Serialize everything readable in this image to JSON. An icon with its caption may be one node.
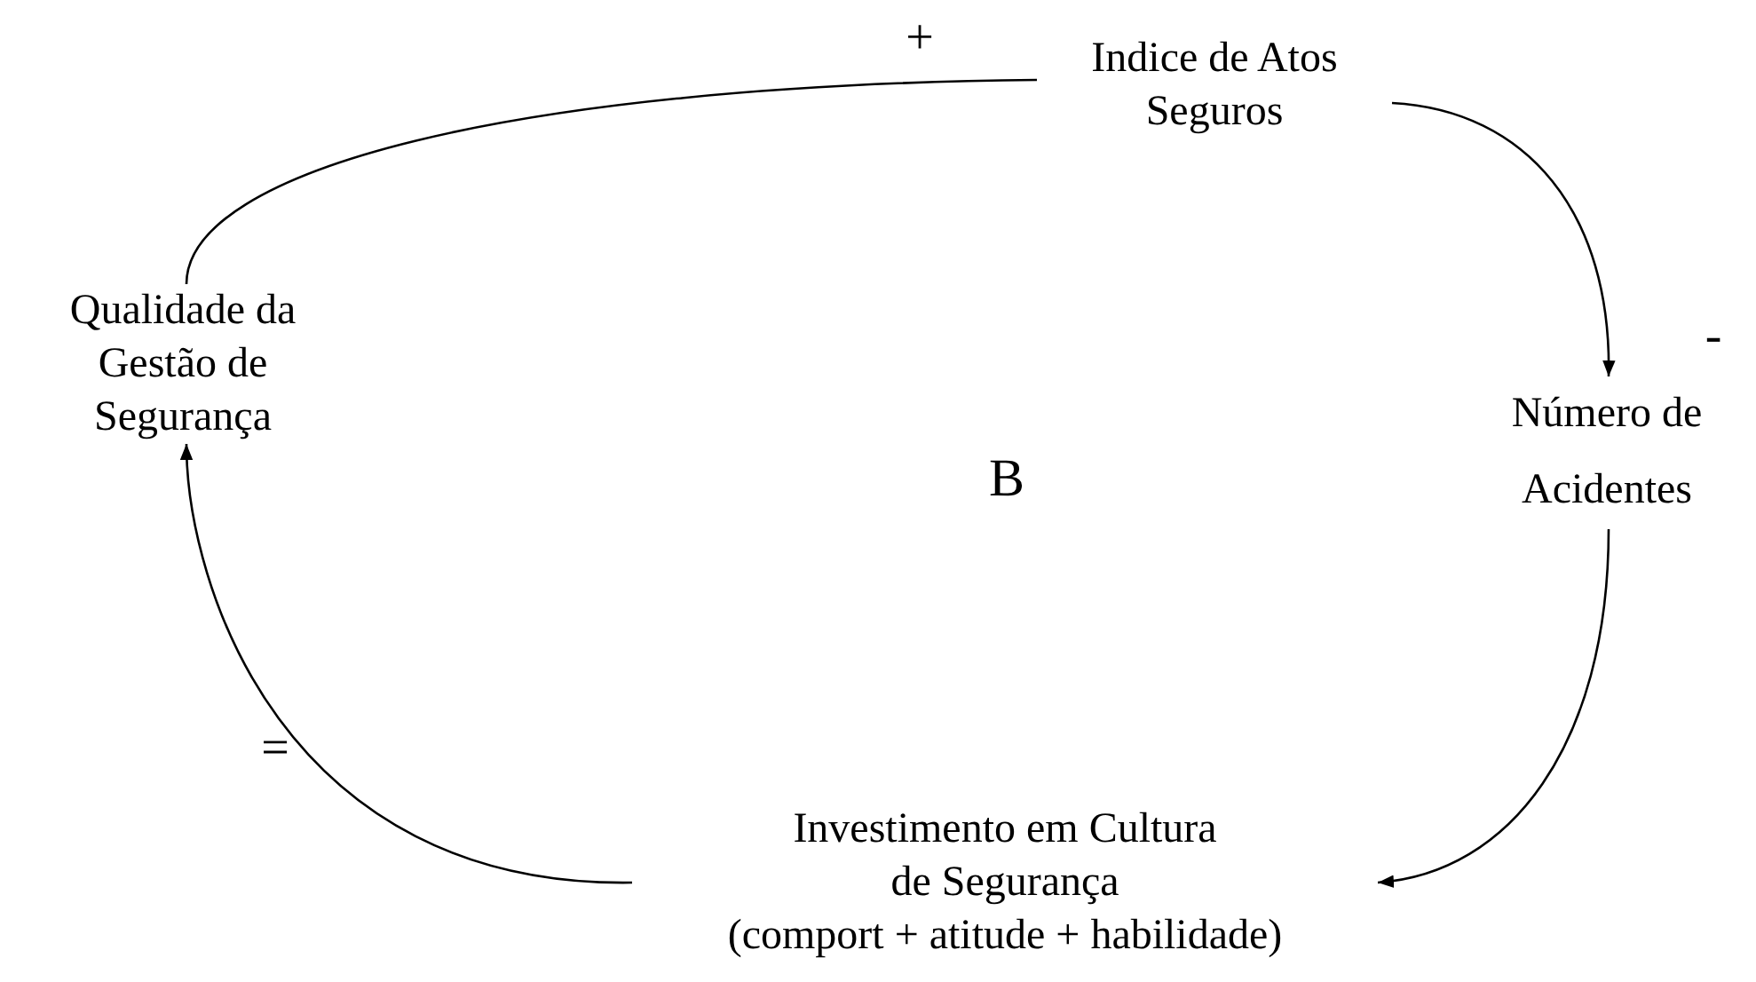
{
  "diagram": {
    "nodes": [
      {
        "text": [
          "Indice de Atos Seguros"
        ]
      },
      {
        "text": [
          "Número de Acidentes"
        ]
      },
      {
        "text": [
          "Investimento em Cultura de Segurança",
          "(comport + atitude + habilidade)"
        ]
      },
      {
        "text": [
          "Qualidade da Gestão de Segurança"
        ]
      }
    ],
    "edges": [
      {
        "from": 3,
        "to": 0,
        "arrow": "none",
        "label": "+"
      },
      {
        "from": 0,
        "to": 1,
        "arrow": "to",
        "label": "-"
      },
      {
        "from": 1,
        "to": 2,
        "arrow": "to"
      },
      {
        "from": 2,
        "to": 3,
        "arrow": "to",
        "label": "="
      }
    ],
    "labels": [
      "B"
    ]
  }
}
